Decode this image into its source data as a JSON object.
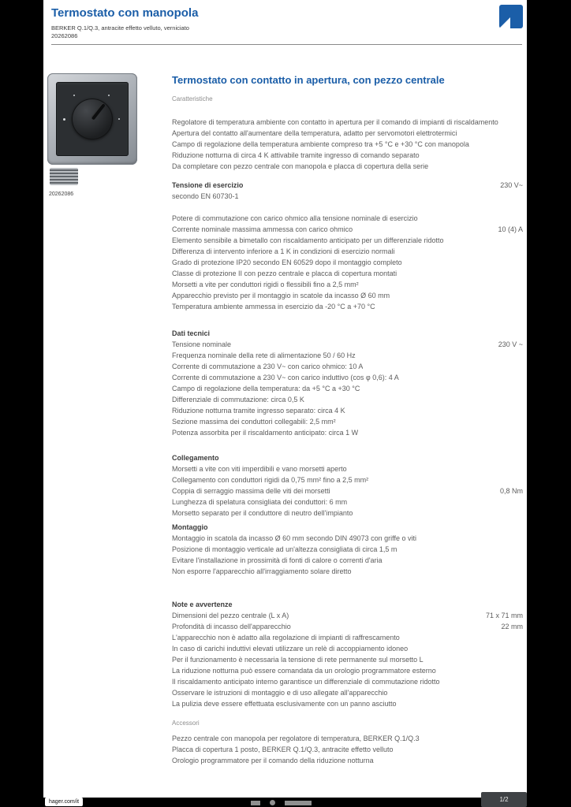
{
  "accent_color": "#1b5ea8",
  "header": {
    "title": "Termostato con manopola",
    "subtitle1": "BERKER Q.1/Q.3, antracite effetto velluto, verniciato",
    "subtitle2": "20262086",
    "logo": "berker-logo"
  },
  "photo": {
    "caption": "20262086"
  },
  "product": {
    "title": "Termostato con contatto in apertura, con pezzo centrale",
    "kicker": "Caratteristiche",
    "sections": [
      {
        "rows": [
          {
            "label": "Regolatore di temperatura ambiente con contatto in apertura per il comando di impianti di riscaldamento",
            "value": ""
          },
          {
            "label": "Apertura del contatto all'aumentare della temperatura, adatto per servomotori elettrotermici",
            "value": ""
          },
          {
            "label": "Campo di regolazione della temperatura ambiente compreso tra +5 °C e +30 °C con manopola",
            "value": ""
          },
          {
            "label": "Riduzione notturna di circa 4 K attivabile tramite ingresso di comando separato",
            "value": ""
          },
          {
            "label": "Da completare con pezzo centrale con manopola e placca di copertura della serie",
            "value": ""
          }
        ]
      },
      {
        "rows": [
          {
            "label": "Tensione di esercizio",
            "value": "230 V~",
            "bold": true
          },
          {
            "label": "secondo EN 60730-1",
            "value": ""
          }
        ]
      },
      {
        "rows": [
          {
            "label": "Potere di commutazione con carico ohmico alla tensione nominale di esercizio",
            "value": ""
          },
          {
            "label": "Corrente nominale massima ammessa con carico ohmico",
            "value": "10 (4) A"
          },
          {
            "label": "Elemento sensibile a bimetallo con riscaldamento anticipato per un differenziale ridotto",
            "value": ""
          },
          {
            "label": "Differenza di intervento inferiore a 1 K in condizioni di esercizio normali",
            "value": ""
          },
          {
            "label": "Grado di protezione IP20 secondo EN 60529 dopo il montaggio completo",
            "value": ""
          },
          {
            "label": "Classe di protezione II con pezzo centrale e placca di copertura montati",
            "value": ""
          },
          {
            "label": "Morsetti a vite per conduttori rigidi o flessibili fino a 2,5 mm²",
            "value": ""
          },
          {
            "label": "Apparecchio previsto per il montaggio in scatole da incasso Ø 60 mm",
            "value": ""
          },
          {
            "label": "Temperatura ambiente ammessa in esercizio da -20 °C a +70 °C",
            "value": ""
          }
        ]
      },
      {
        "title": "Dati tecnici",
        "rows": [
          {
            "label": "Tensione nominale",
            "value": "230 V ~"
          },
          {
            "label": "Frequenza nominale della rete di alimentazione 50 / 60 Hz",
            "value": ""
          },
          {
            "label": "Corrente di commutazione a 230 V~ con carico ohmico: 10 A",
            "value": ""
          },
          {
            "label": "Corrente di commutazione a 230 V~ con carico induttivo (cos φ 0,6): 4 A",
            "value": ""
          },
          {
            "label": "Campo di regolazione della temperatura: da +5 °C a +30 °C",
            "value": ""
          },
          {
            "label": "Differenziale di commutazione: circa 0,5 K",
            "value": ""
          },
          {
            "label": "Riduzione notturna tramite ingresso separato: circa 4 K",
            "value": ""
          },
          {
            "label": "Sezione massima dei conduttori collegabili: 2,5 mm²",
            "value": ""
          },
          {
            "label": "Potenza assorbita per il riscaldamento anticipato: circa 1 W",
            "value": ""
          }
        ]
      },
      {
        "title": "Collegamento",
        "rows": [
          {
            "label": "Morsetti a vite con viti imperdibili e vano morsetti aperto",
            "value": ""
          },
          {
            "label": "Collegamento con conduttori rigidi da 0,75 mm² fino a 2,5 mm²",
            "value": ""
          },
          {
            "label": "Coppia di serraggio massima delle viti dei morsetti",
            "value": "0,8 Nm"
          },
          {
            "label": "Lunghezza di spelatura consigliata dei conduttori: 6 mm",
            "value": ""
          },
          {
            "label": "Morsetto separato per il conduttore di neutro dell'impianto",
            "value": ""
          }
        ]
      },
      {
        "title": "Montaggio",
        "rows": [
          {
            "label": "Montaggio in scatola da incasso Ø 60 mm secondo DIN 49073 con griffe o viti",
            "value": ""
          },
          {
            "label": "Posizione di montaggio verticale ad un'altezza consigliata di circa 1,5 m",
            "value": ""
          },
          {
            "label": "Evitare l'installazione in prossimità di fonti di calore o correnti d'aria",
            "value": ""
          },
          {
            "label": "Non esporre l'apparecchio all'irraggiamento solare diretto",
            "value": ""
          }
        ]
      },
      {
        "title": "Note e avvertenze",
        "rows": [
          {
            "label": "Dimensioni del pezzo centrale (L x A)",
            "value": "71 x 71 mm"
          },
          {
            "label": "Profondità di incasso dell'apparecchio",
            "value": "22 mm"
          },
          {
            "label": "L'apparecchio non è adatto alla regolazione di impianti di raffrescamento",
            "value": ""
          },
          {
            "label": "In caso di carichi induttivi elevati utilizzare un relè di accoppiamento idoneo",
            "value": ""
          },
          {
            "label": "Per il funzionamento è necessaria la tensione di rete permanente sul morsetto L",
            "value": ""
          },
          {
            "label": "La riduzione notturna può essere comandata da un orologio programmatore esterno",
            "value": ""
          },
          {
            "label": "Il riscaldamento anticipato interno garantisce un differenziale di commutazione ridotto",
            "value": ""
          },
          {
            "label": "Osservare le istruzioni di montaggio e di uso allegate all'apparecchio",
            "value": ""
          },
          {
            "label": "La pulizia deve essere effettuata esclusivamente con un panno asciutto",
            "value": ""
          }
        ]
      },
      {
        "title": "Accessori",
        "kicker": true,
        "rows": []
      },
      {
        "rows": [
          {
            "label": "Pezzo centrale con manopola per regolatore di temperatura, BERKER Q.1/Q.3",
            "value": ""
          },
          {
            "label": "Placca di copertura 1 posto, BERKER Q.1/Q.3, antracite effetto velluto",
            "value": ""
          },
          {
            "label": "Orologio programmatore per il comando della riduzione notturna",
            "value": ""
          }
        ]
      }
    ]
  },
  "footer": {
    "site": "hager.com/it",
    "page": "1/2"
  }
}
